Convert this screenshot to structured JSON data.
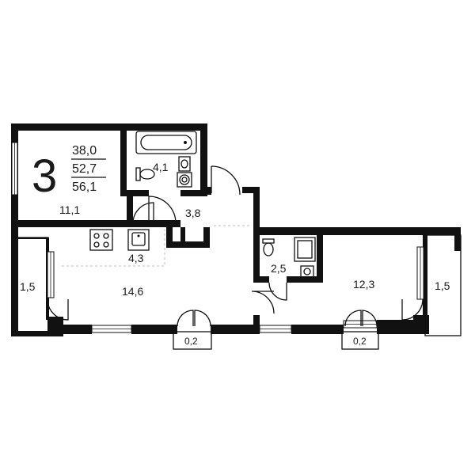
{
  "summary": {
    "rooms": "3",
    "living_area": "38,0",
    "total_area": "52,7",
    "total_area_with_balconies": "56,1"
  },
  "rooms": {
    "bedroom_1": "11,1",
    "bathroom": "4,1",
    "hall": "3,8",
    "kitchen": "4,3",
    "living_room": "14,6",
    "balcony_left": "1,5",
    "wc": "2,5",
    "bedroom_2": "12,3",
    "balcony_right": "1,5",
    "loggia_1": "0,2",
    "loggia_2": "0,2"
  }
}
